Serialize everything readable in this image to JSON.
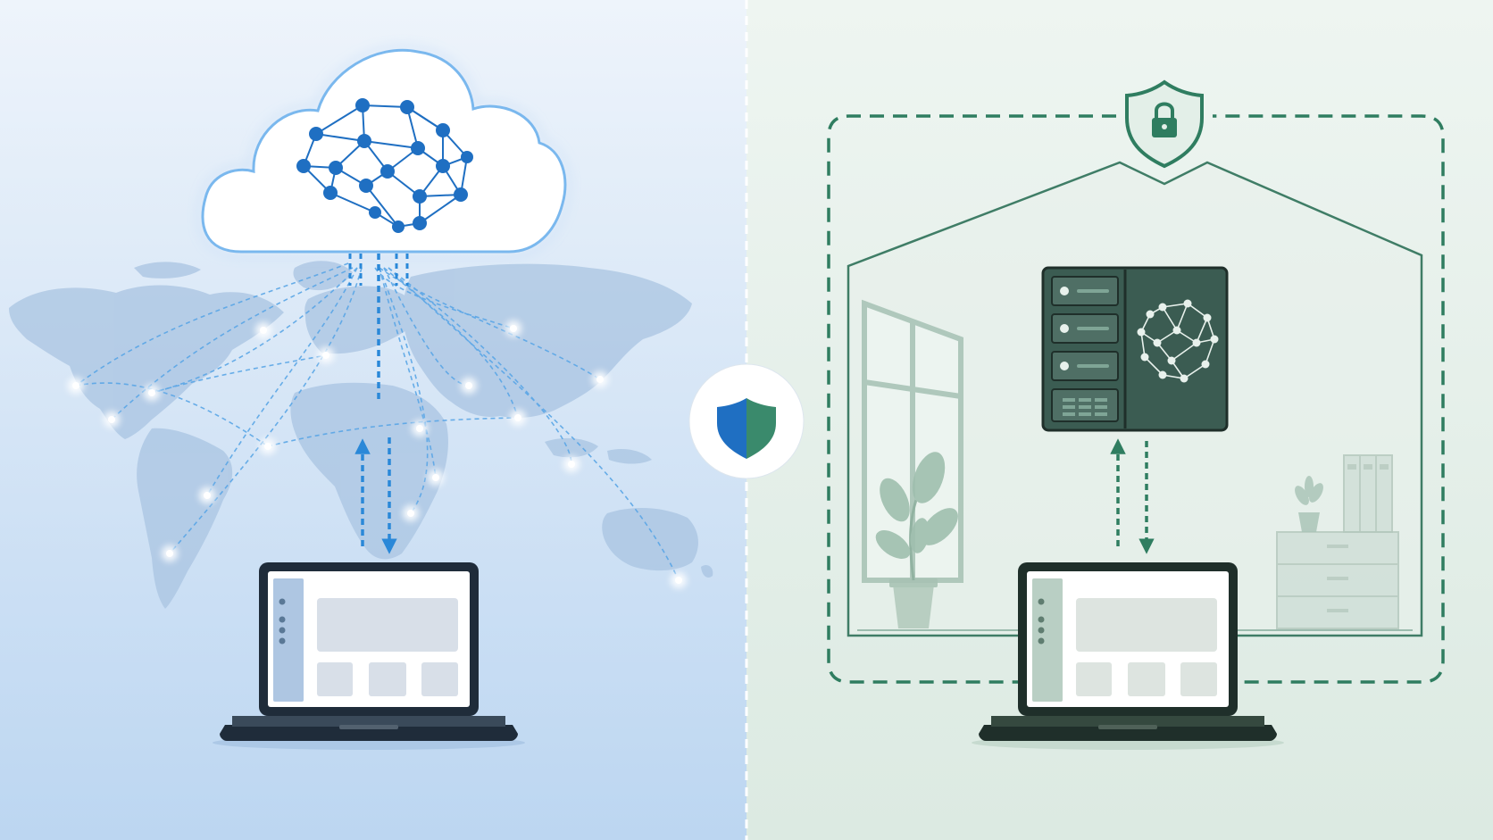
{
  "colors": {
    "cloud_blue": "#1f6fc2",
    "cloud_glow": "#6fb0ec",
    "left_bg_top": "#eef4fb",
    "left_bg_bottom": "#bcd6f1",
    "right_bg": "#e8f1ec",
    "private_green": "#2f7d60",
    "server_dark": "#3b5c52",
    "laptop_dark": "#233140"
  },
  "icons": {
    "cloud": "cloud-icon",
    "brain": "neural-brain-icon",
    "world_map": "world-map",
    "laptop": "laptop-icon",
    "shield_center": "split-shield-icon",
    "shield_lock": "lock-shield-icon",
    "server": "server-rack-icon",
    "house": "house-outline",
    "plant": "potted-plant-icon",
    "window": "window-icon",
    "cabinet": "cabinet-icon",
    "binders": "binders-icon"
  },
  "panels": {
    "left": "cloud-ai-panel",
    "right": "on-premise-ai-panel"
  }
}
